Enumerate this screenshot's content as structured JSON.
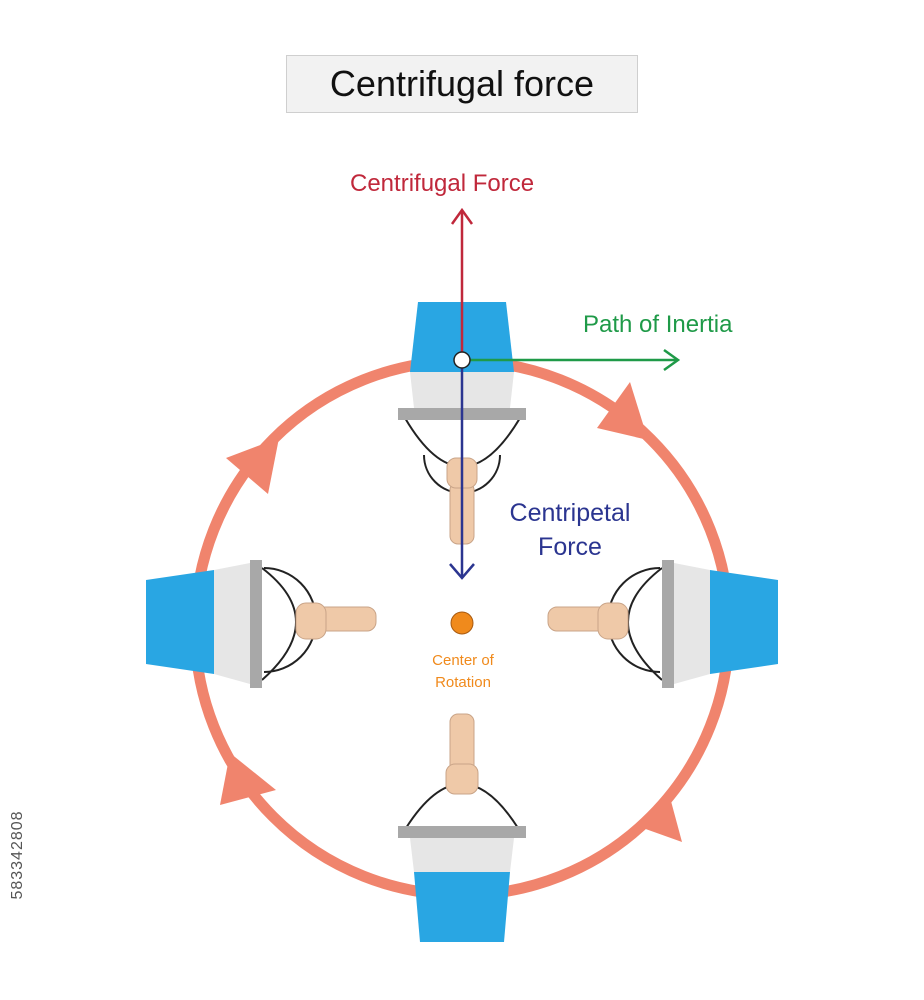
{
  "title": "Centrifugal force",
  "labels": {
    "centrifugal_force": "Centrifugal Force",
    "path_of_inertia": "Path of Inertia",
    "centripetal_line1": "Centripetal",
    "centripetal_line2": "Force",
    "center_line1": "Center of",
    "center_line2": "Rotation"
  },
  "watermark": "583342808",
  "colors": {
    "circle": "#f0846d",
    "centrifugal": "#c0283b",
    "inertia": "#1f9a48",
    "centripetal": "#2b3590",
    "center": "#f08a1c",
    "water": "#29a6e3",
    "bucket": "#e6e6e6",
    "rim": "#a8a8a8",
    "skin": "#efc9a8"
  }
}
